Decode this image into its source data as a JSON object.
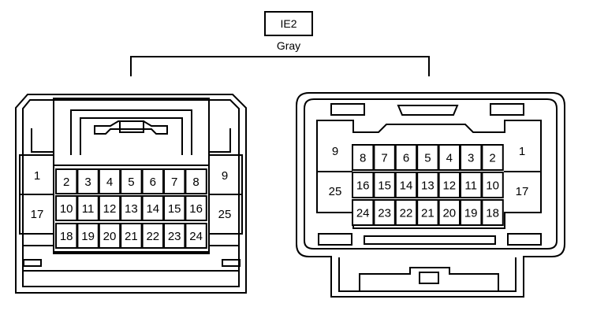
{
  "connector": {
    "code": "IE2",
    "color": "Gray"
  },
  "left_view": {
    "left_pins": [
      "1",
      "17"
    ],
    "right_pins": [
      "9",
      "25"
    ],
    "rows": [
      [
        "2",
        "3",
        "4",
        "5",
        "6",
        "7",
        "8"
      ],
      [
        "10",
        "11",
        "12",
        "13",
        "14",
        "15",
        "16"
      ],
      [
        "18",
        "19",
        "20",
        "21",
        "22",
        "23",
        "24"
      ]
    ]
  },
  "right_view": {
    "left_pins": [
      "9",
      "25"
    ],
    "right_pins": [
      "1",
      "17"
    ],
    "rows": [
      [
        "8",
        "7",
        "6",
        "5",
        "4",
        "3",
        "2"
      ],
      [
        "16",
        "15",
        "14",
        "13",
        "12",
        "11",
        "10"
      ],
      [
        "24",
        "23",
        "22",
        "21",
        "20",
        "19",
        "18"
      ]
    ]
  }
}
